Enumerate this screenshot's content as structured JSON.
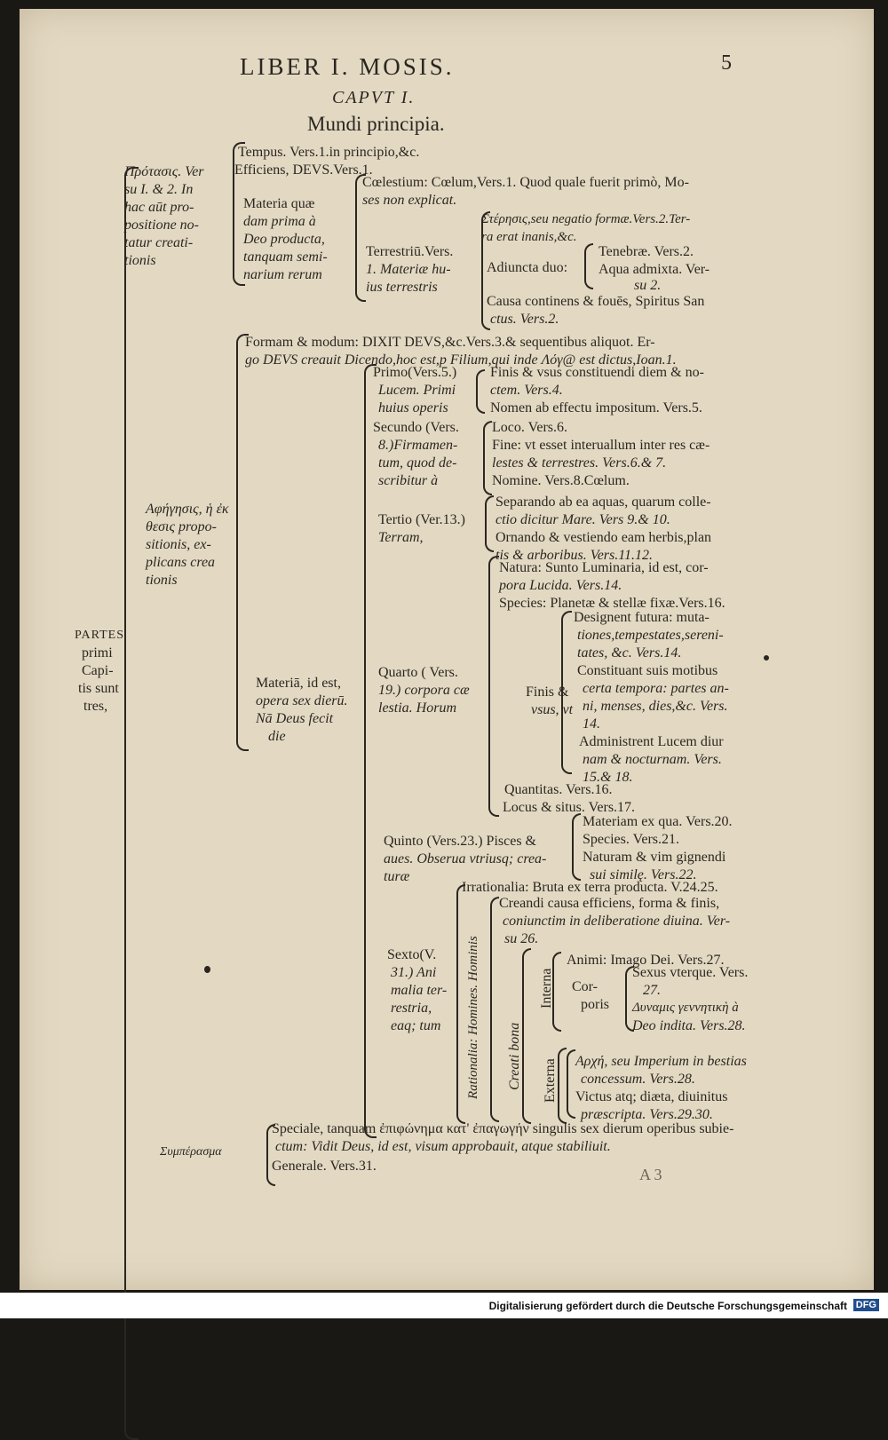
{
  "header": {
    "title": "LIBER I. MOSIS.",
    "page_number": "5",
    "caput": "CAPVT I.",
    "subtitle": "Mundi principia."
  },
  "partes": {
    "label": "PARTES",
    "line2": "primi",
    "line3": "Capi-",
    "line4": "tis sunt",
    "line5": "tres,"
  },
  "protasis": {
    "l1": "Πρότασις. Ver",
    "l2": "su I. & 2. In",
    "l3": "hac aūt pro-",
    "l4": "positione no-",
    "l5": "tatur creati-",
    "l6": "tionis",
    "tempus": "Tempus. Vers.1.in principio,&c.",
    "efficiens": "Efficiens, DEVS.Vers.1.",
    "materia": {
      "l1": "Materia quæ",
      "l2": "dam prima à",
      "l3": "Deo producta,",
      "l4": "tanquam semi-",
      "l5": "narium rerum"
    },
    "caelestium": {
      "l1": "Cœlestium: Cœlum,Vers.1. Quod quale fuerit primò, Mo-",
      "l2": "ses non explicat."
    },
    "terrestrium": {
      "l1": "Terrestriū.Vers.",
      "l2": "1. Materiæ hu-",
      "l3": "ius terrestris"
    },
    "steresis": {
      "l1": "Στέρησις,seu negatio formæ.Vers.2.Ter-",
      "l2": "ra erat inanis,&c."
    },
    "adiuncta": "Adiuncta duo:",
    "tenebrae": "Tenebræ. Vers.2.",
    "aqua": {
      "l1": "Aqua admixta. Ver-",
      "l2": "su 2."
    },
    "causa": {
      "l1": "Causa continens & fouēs, Spiritus San",
      "l2": "ctus. Vers.2."
    }
  },
  "aphegesis": {
    "l1": "Αφήγησις, ἡ ἐκ",
    "l2": "θεσις propo-",
    "l3": "sitionis, ex-",
    "l4": "plicans crea",
    "l5": "tionis",
    "formam": {
      "l1": "Formam & modum: DIXIT DEVS,&c.Vers.3.& sequentibus aliquot. Er-",
      "l2": "go DEVS creauit Dicendo,hoc est,p Filium,qui inde Λόγ@ est dictus,Ioan.1."
    },
    "materiam": {
      "l1": "Materiā, id est,",
      "l2": "opera sex dierū.",
      "l3": "Nā Deus fecit",
      "l4": "die"
    },
    "primo": {
      "l1": "Primo(Vers.5.)",
      "l2": "Lucem. Primi",
      "l3": "huius operis",
      "finis": {
        "l1": "Finis & vsus constituendi diem & no-",
        "l2": "ctem. Vers.4."
      },
      "nomen": "Nomen ab effectu impositum. Vers.5."
    },
    "secundo": {
      "l1": "Secundo (Vers.",
      "l2": "8.)Firmamen-",
      "l3": "tum, quod de-",
      "l4": "scribitur à",
      "loco": "Loco. Vers.6.",
      "fine": {
        "l1": "Fine: vt esset interuallum inter res cæ-",
        "l2": "lestes & terrestres. Vers.6.& 7."
      },
      "nomine": "Nomine. Vers.8.Cœlum."
    },
    "tertio": {
      "l1": "Tertio (Ver.13.)",
      "l2": "Terram,",
      "separando": {
        "l1": "Separando ab ea aquas, quarum colle-",
        "l2": "ctio dicitur Mare. Vers 9.& 10."
      },
      "ornando": {
        "l1": "Ornando & vestiendo eam herbis,plan",
        "l2": "tis & arboribus. Vers.11.12."
      }
    },
    "quarto": {
      "l1": "Quarto ( Vers.",
      "l2": "19.) corpora cæ",
      "l3": "lestia. Horum",
      "natura": {
        "l1": "Natura: Sunto Luminaria, id est, cor-",
        "l2": "pora Lucida. Vers.14."
      },
      "species": "Species: Planetæ & stellæ fixæ.Vers.16.",
      "finis_label": {
        "l1": "Finis &",
        "l2": "vsus, vt"
      },
      "designent": {
        "l1": "Designent futura: muta-",
        "l2": "tiones,tempestates,sereni-",
        "l3": "tates, &c. Vers.14."
      },
      "constituant": {
        "l1": "Constituant suis motibus",
        "l2": "certa tempora: partes an-",
        "l3": "ni, menses, dies,&c. Vers.",
        "l4": "14."
      },
      "administrent": {
        "l1": "Administrent Lucem diur",
        "l2": "nam & nocturnam. Vers.",
        "l3": "15.& 18."
      },
      "quantitas": "Quantitas. Vers.16.",
      "locus": "Locus & situs. Vers.17."
    },
    "quinto": {
      "l1": "Quinto (Vers.23.) Pisces &",
      "l2": "aues. Obserua vtriusq; crea-",
      "l3": "turæ",
      "materiam": "Materiam ex qua. Vers.20.",
      "species": "Species. Vers.21.",
      "naturam": {
        "l1": "Naturam & vim gignendi",
        "l2": "sui similę. Vers.22."
      }
    },
    "sexto": {
      "l1": "Sexto(V.",
      "l2": "31.) Ani",
      "l3": "malia ter-",
      "l4": "restria,",
      "l5": "eaq; tum",
      "irrationalia": "Irrationalia: Bruta ex terra producta. V.24.25.",
      "rationalia": "Rationalia: Homines. Hominis",
      "creandi": {
        "l1": "Creandi causa efficiens, forma & finis,",
        "l2": "coniunctim in deliberatione diuina. Ver-",
        "l3": "su 26."
      },
      "creati": "Creati bona",
      "interna": "Interna",
      "animi": "Animi: Imago Dei. Vers.27.",
      "corporis": {
        "l1": "Cor-",
        "l2": "poris"
      },
      "sexus": {
        "l1": "Sexus vterque. Vers.",
        "l2": "27."
      },
      "dynamis": {
        "l1": "Δυναμις γεννητικὴ à",
        "l2": "Deo indita. Vers.28."
      },
      "externa": "Externa",
      "arche": {
        "l1": "Αρχή, seu Imperium in bestias",
        "l2": "concessum. Vers.28."
      },
      "victus": {
        "l1": "Victus atq; diæta, diuinitus",
        "l2": "præscripta. Vers.29.30."
      }
    }
  },
  "symperasma": {
    "label": "Συμπέρασμα",
    "speciale": {
      "l1": "Speciale, tanquam ἐπιφώνημα κατ' ἐπαγωγήν singulis sex dierum operibus subie-",
      "l2": "ctum: Vidit Deus, id est, visum approbauit, atque stabiliuit."
    },
    "generale": "Generale. Vers.31."
  },
  "signature": "A 3",
  "footer": {
    "text": "Digitalisierung gefördert durch die Deutsche Forschungsgemeinschaft",
    "logo": "DFG"
  }
}
